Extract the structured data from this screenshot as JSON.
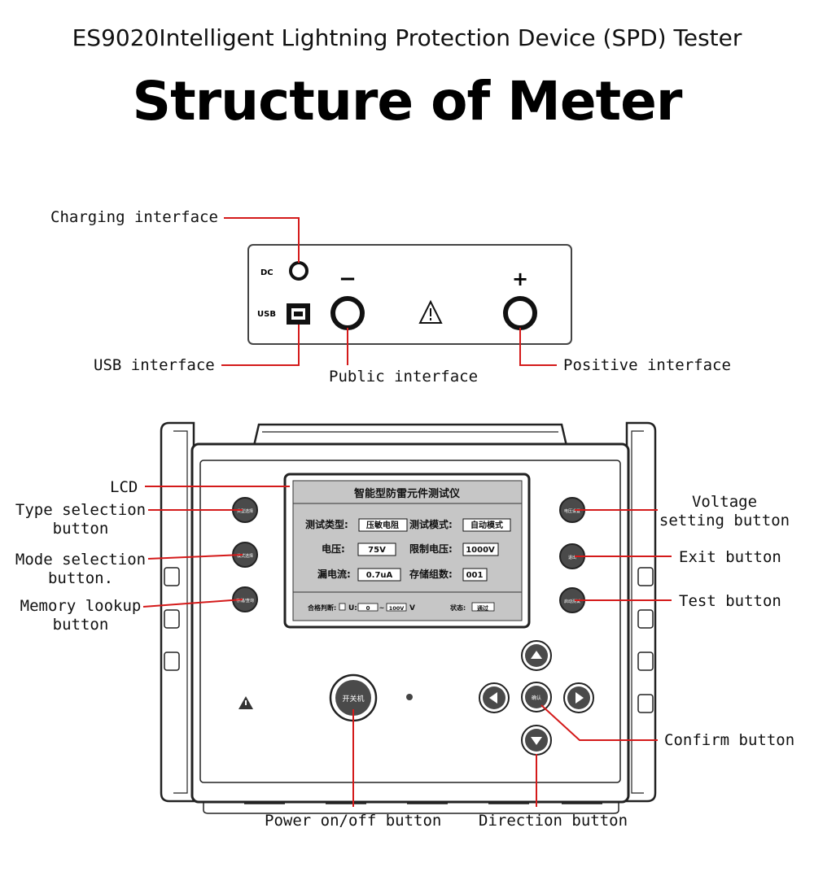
{
  "header": {
    "subtitle": "ES9020Intelligent Lightning Protection Device (SPD) Tester",
    "title": "Structure of Meter"
  },
  "top_panel": {
    "dc_mark": "DC",
    "usb_mark": "USB",
    "minus_mark": "−",
    "plus_mark": "+",
    "labels": {
      "charging": "Charging interface",
      "usb": "USB interface",
      "public": "Public interface",
      "positive": "Positive interface"
    }
  },
  "meter": {
    "lcd": {
      "title": "智能型防雷元件测试仪",
      "row1_a_label": "测试类型:",
      "row1_a_value": "压敏电阻",
      "row1_b_label": "测试模式:",
      "row1_b_value": "自动模式",
      "row2_a_label": "电压:",
      "row2_a_value": "75V",
      "row2_b_label": "限制电压:",
      "row2_b_value": "1000V",
      "row3_a_label": "漏电流:",
      "row3_a_value": "0.7uA",
      "row3_b_label": "存储组数:",
      "row3_b_value": "001",
      "status_line_a": "合格判断:",
      "status_line_u": "U:",
      "status_line_lo": "0",
      "status_line_sep": "~",
      "status_line_hi": "100V",
      "status_line_unit": "V",
      "status_label": "状态:",
      "status_value": "通过"
    },
    "buttons": {
      "type": "类型选择",
      "mode": "模式选择",
      "memory": "存储/查询",
      "voltage": "电压设置",
      "exit": "退出",
      "test": "启动测试",
      "power": "开关机",
      "confirm": "确认"
    },
    "labels": {
      "lcd": "LCD",
      "type_1": "Type selection",
      "type_2": "button",
      "mode_1": "Mode selection",
      "mode_2": "button.",
      "memory_1": "Memory lookup",
      "memory_2": "button",
      "voltage_1": "Voltage",
      "voltage_2": "setting button",
      "exit": "Exit button",
      "test": "Test button",
      "confirm": "Confirm button",
      "power": "Power on/off button",
      "direction": "Direction button"
    }
  },
  "colors": {
    "callout_line": "#d41a1a",
    "lcd_screen": "#c6c6c6",
    "button_fill": "#4a4a4a"
  }
}
